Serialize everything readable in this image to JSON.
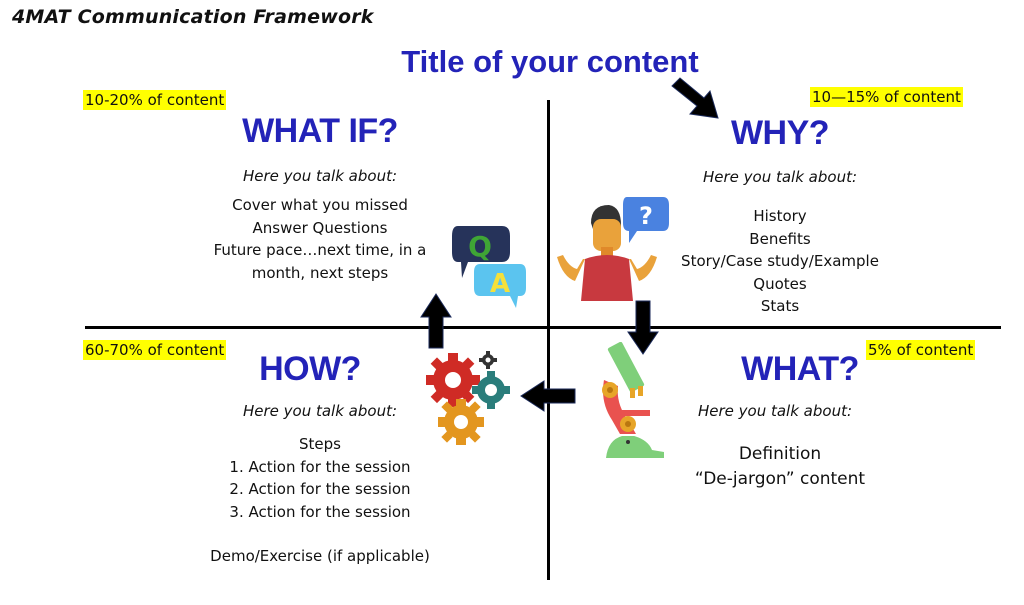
{
  "header": {
    "framework_title": "4MAT Communication Framework",
    "content_title": "Title of your content"
  },
  "quadrants": {
    "what_if": {
      "percentage": "10-20% of content",
      "heading": "WHAT IF?",
      "subheading": "Here you talk about:",
      "items": [
        "Cover what you missed",
        "Answer Questions",
        "Future pace…next time, in a",
        "month, next steps"
      ],
      "icon": "qa-speech-bubbles-icon"
    },
    "why": {
      "percentage": "10—15% of content",
      "heading": "WHY?",
      "subheading": "Here you talk about:",
      "items": [
        "History",
        "Benefits",
        "Story/Case study/Example",
        "Quotes",
        "Stats"
      ],
      "icon": "shrugging-person-question-icon"
    },
    "how": {
      "percentage": "60-70% of content",
      "heading": "HOW?",
      "subheading": "Here you talk about:",
      "items": [
        "Steps",
        "1. Action for the session",
        "2. Action for the session",
        "3. Action for the session",
        "",
        "Demo/Exercise (if applicable)"
      ],
      "icon": "gears-icon"
    },
    "what": {
      "percentage": "5% of content",
      "heading": "WHAT?",
      "subheading": "Here you talk about:",
      "items": [
        "Definition",
        "“De-jargon” content"
      ],
      "icon": "microscope-icon"
    }
  },
  "flow": {
    "order": [
      "WHY?",
      "WHAT?",
      "HOW?",
      "WHAT IF?"
    ],
    "arrows": [
      "title-to-why",
      "why-to-what",
      "what-to-how",
      "how-to-what-if"
    ]
  },
  "colors": {
    "heading_blue": "#2323b8",
    "highlight_yellow": "#ffff00",
    "axis": "#000000"
  }
}
